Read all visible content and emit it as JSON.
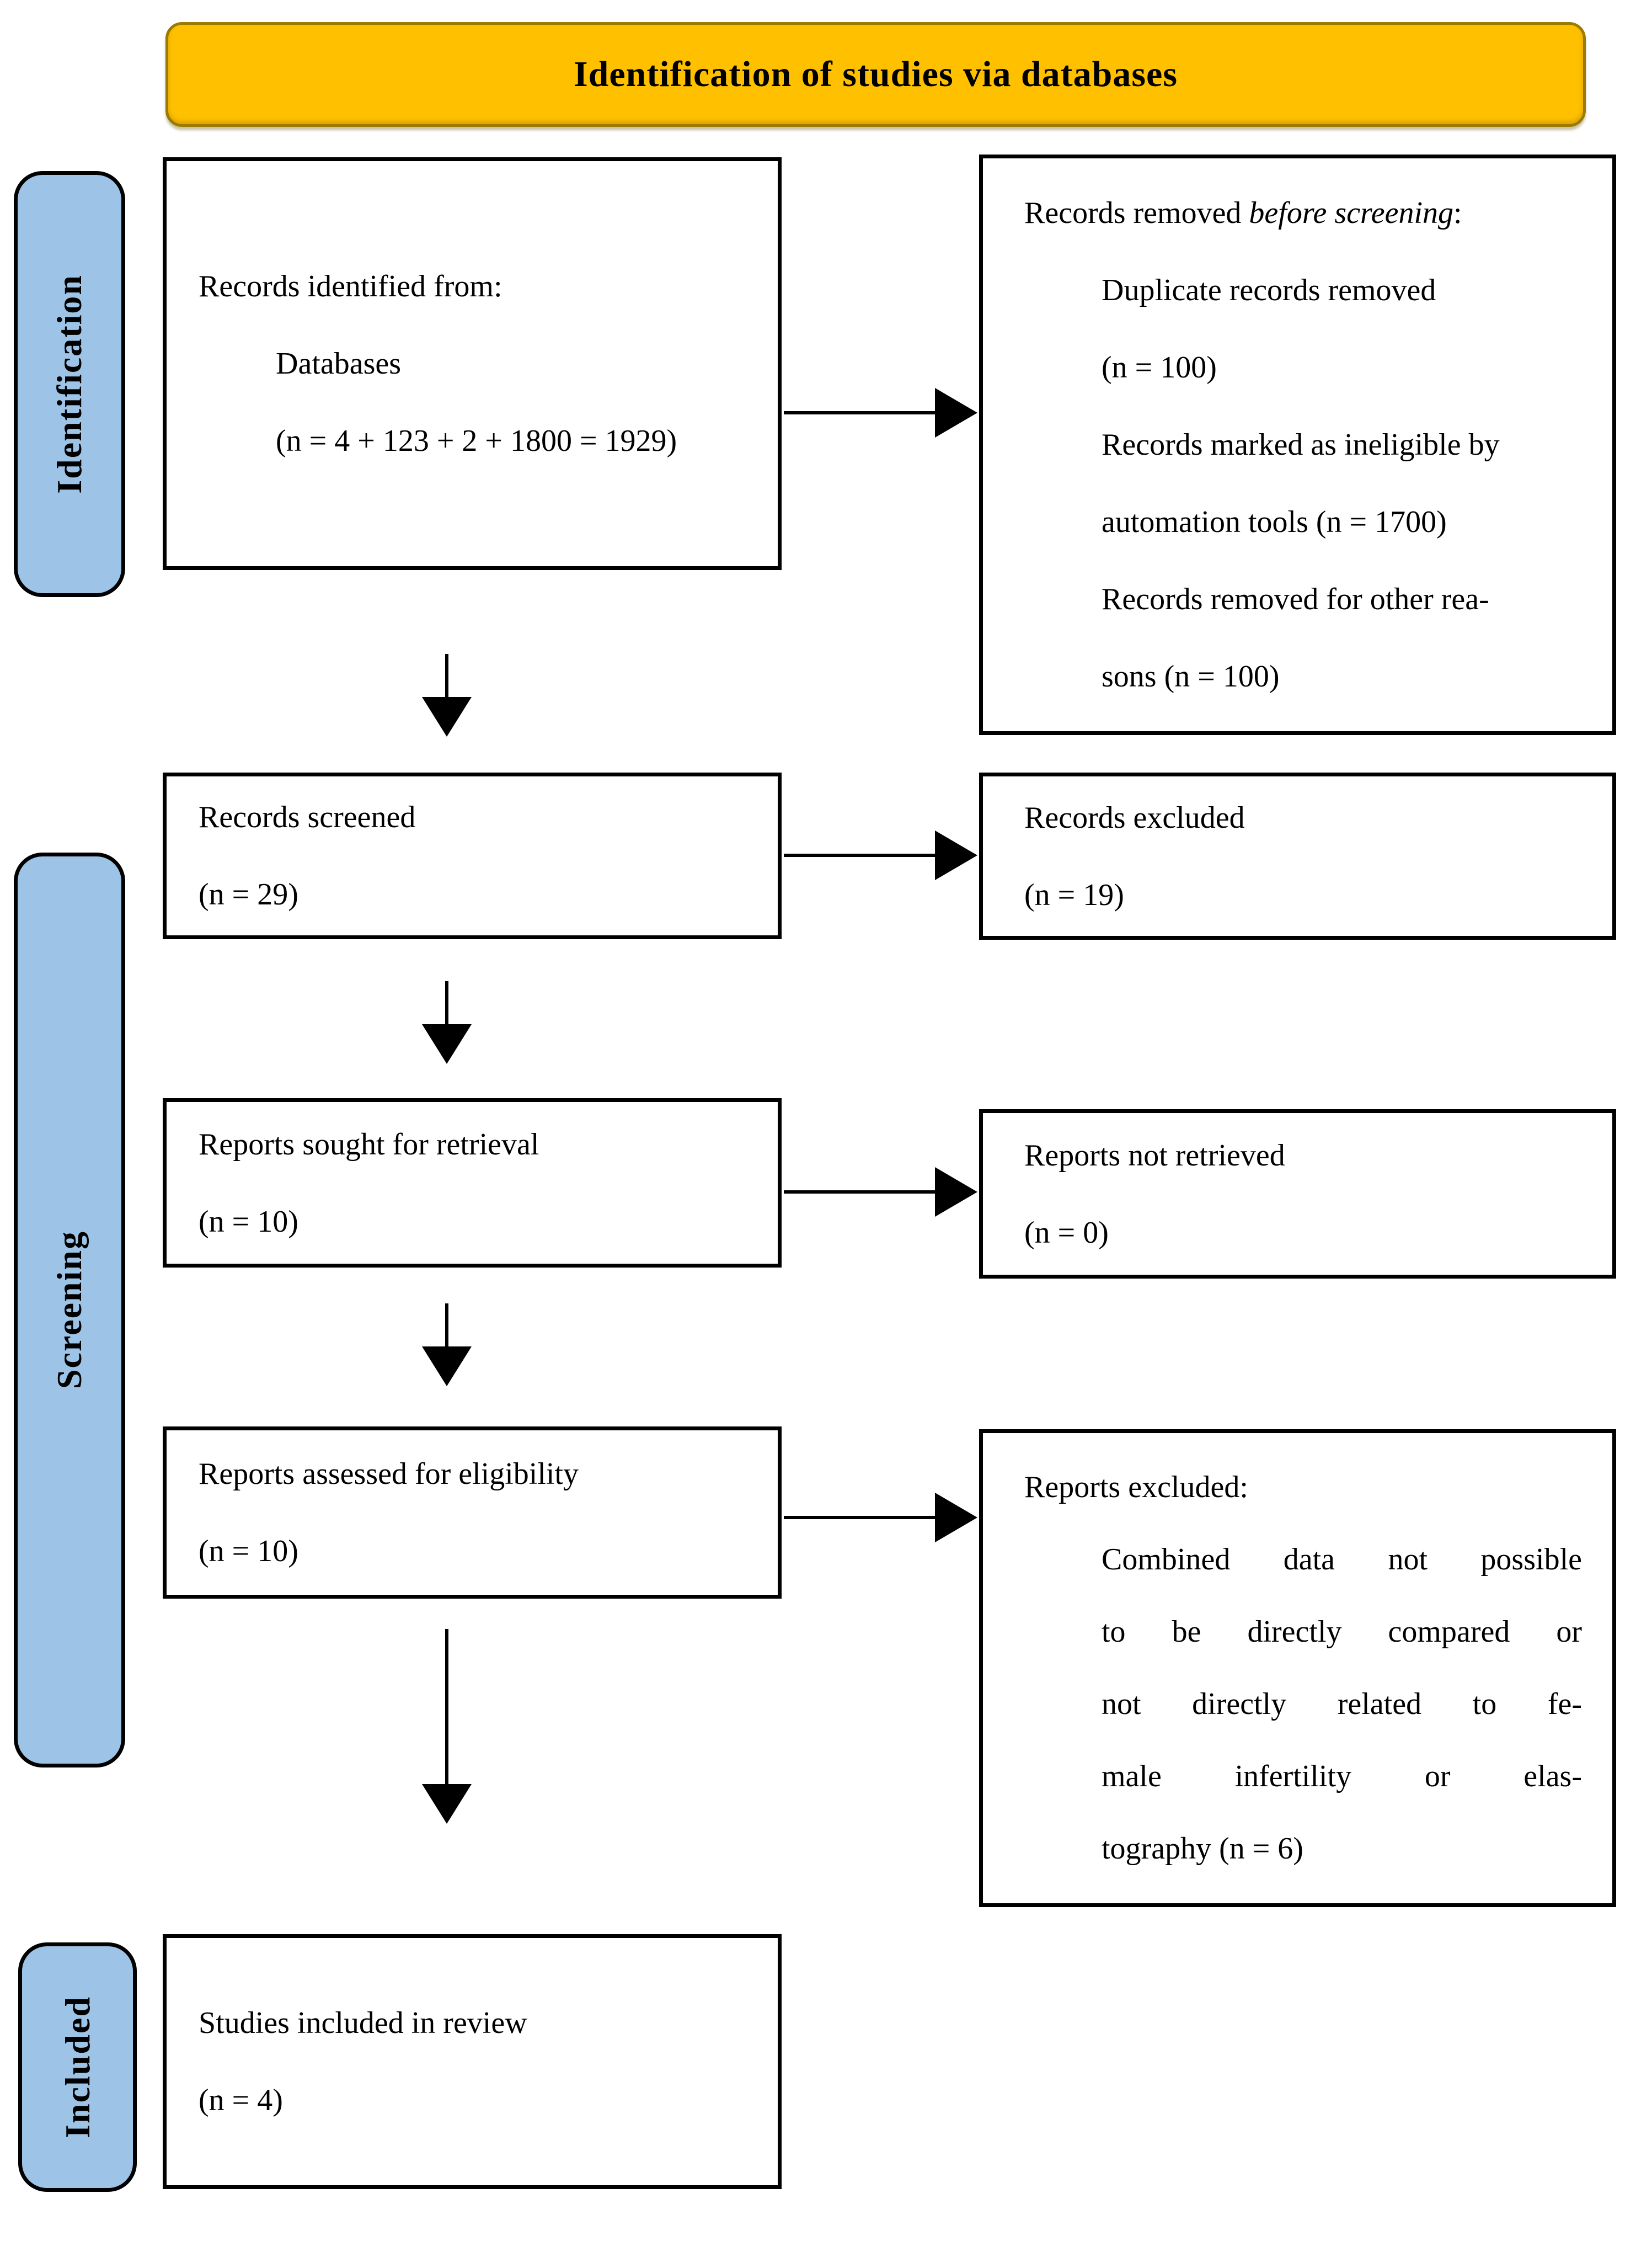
{
  "banner": {
    "title": "Identification of studies via databases"
  },
  "sidebar": {
    "identification": "Identification",
    "screening": "Screening",
    "included": "Included"
  },
  "boxes": {
    "records_identified": {
      "line1": "Records identified from:",
      "line2": "Databases",
      "line3": "(n = 4 + 123 + 2 + 1800 = 1929)"
    },
    "records_removed": {
      "heading_prefix": "Records removed ",
      "heading_italic": "before screening",
      "heading_suffix": ":",
      "item1_line1": "Duplicate records removed",
      "item1_line2": "(n = 100)",
      "item2_line1": "Records marked as ineligible by",
      "item2_line2": "automation tools (n = 1700)",
      "item3_line1": "Records removed for other rea-",
      "item3_line2": "sons (n = 100)"
    },
    "records_screened": {
      "line1": "Records screened",
      "line2": "(n = 29)"
    },
    "records_excluded": {
      "line1": "Records excluded",
      "line2": "(n = 19)"
    },
    "reports_sought": {
      "line1": "Reports sought for retrieval",
      "line2": "(n = 10)"
    },
    "reports_not_retrieved": {
      "line1": "Reports not retrieved",
      "line2": "(n = 0)"
    },
    "reports_assessed": {
      "line1": "Reports assessed for eligibility",
      "line2": "(n = 10)"
    },
    "reports_excluded": {
      "heading": "Reports excluded:",
      "para_line1": "Combined data not possible",
      "para_line2": "to be directly compared or",
      "para_line3": "not directly related to fe-",
      "para_line4": "male infertility or elas-",
      "para_line5": "tography (n = 6)"
    },
    "studies_included": {
      "line1": "Studies included in review",
      "line2": "(n = 4)"
    }
  },
  "colors": {
    "banner_fill": "#FFC000",
    "banner_border": "#9C7A00",
    "sidebar_fill": "#9DC3E6",
    "box_border": "#000000",
    "arrow": "#000000"
  }
}
